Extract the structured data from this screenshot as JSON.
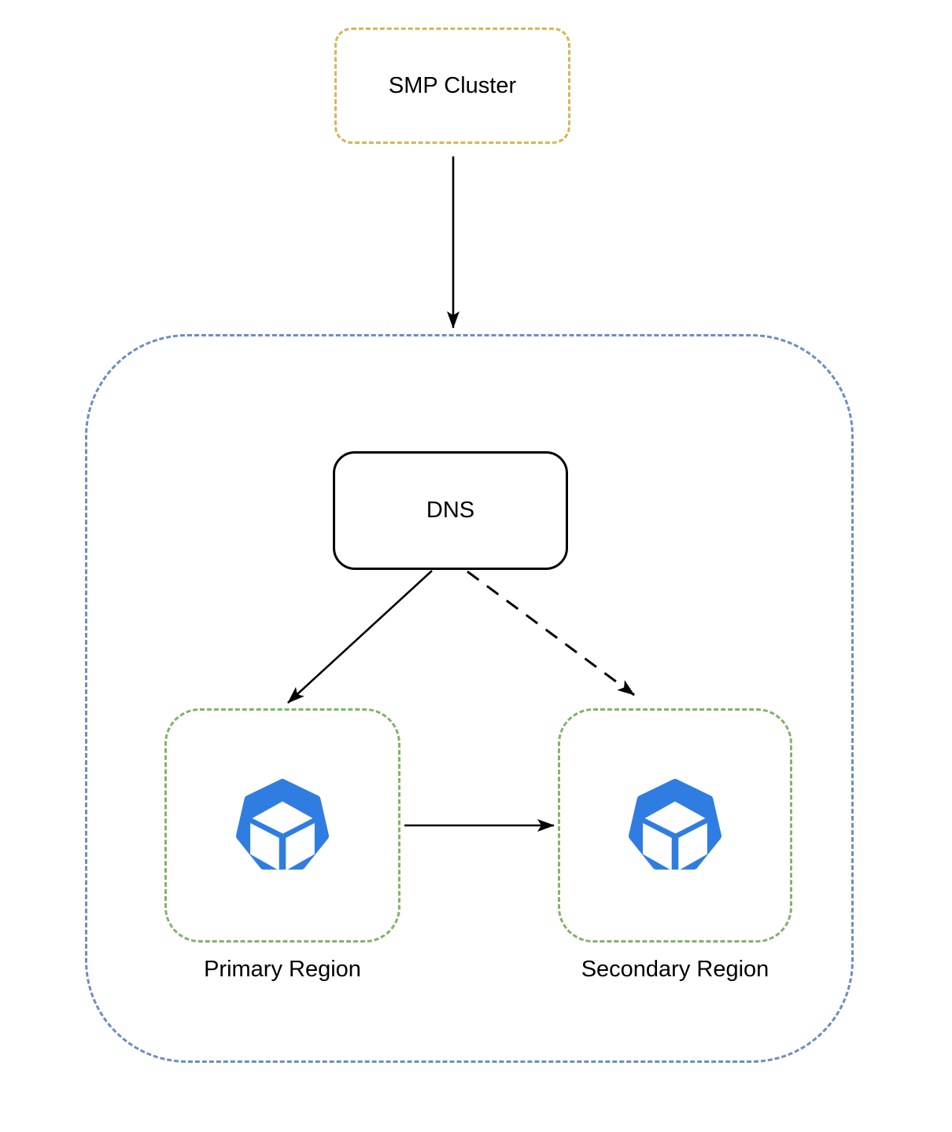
{
  "nodes": {
    "smp_cluster": {
      "label": "SMP Cluster",
      "border_style": "dashed",
      "border_color": "#D6B656"
    },
    "region_group": {
      "label": "",
      "border_style": "dashed",
      "border_color": "#6C8EBF"
    },
    "dns": {
      "label": "DNS",
      "border_style": "solid",
      "border_color": "#000000"
    },
    "primary_region": {
      "label": "Primary Region",
      "border_style": "dashed",
      "border_color": "#82B366",
      "icon": "kubernetes-heptagon-cube-icon"
    },
    "secondary_region": {
      "label": "Secondary Region",
      "border_style": "dashed",
      "border_color": "#82B366",
      "icon": "kubernetes-heptagon-cube-icon"
    }
  },
  "edges": [
    {
      "from": "smp_cluster",
      "to": "region_group",
      "line": "solid",
      "arrowhead": "filled"
    },
    {
      "from": "dns",
      "to": "primary_region",
      "line": "solid",
      "arrowhead": "filled"
    },
    {
      "from": "dns",
      "to": "secondary_region",
      "line": "dashed",
      "arrowhead": "filled"
    },
    {
      "from": "primary_region",
      "to": "secondary_region",
      "line": "solid",
      "arrowhead": "filled"
    }
  ],
  "colors": {
    "background": "#FFFFFF",
    "text": "#000000",
    "arrow": "#000000",
    "smp_border": "#D6B656",
    "group_border": "#6C8EBF",
    "region_border": "#82B366",
    "dns_border": "#000000",
    "icon_blue": "#2F7DE1",
    "icon_cube": "#FFFFFF"
  }
}
